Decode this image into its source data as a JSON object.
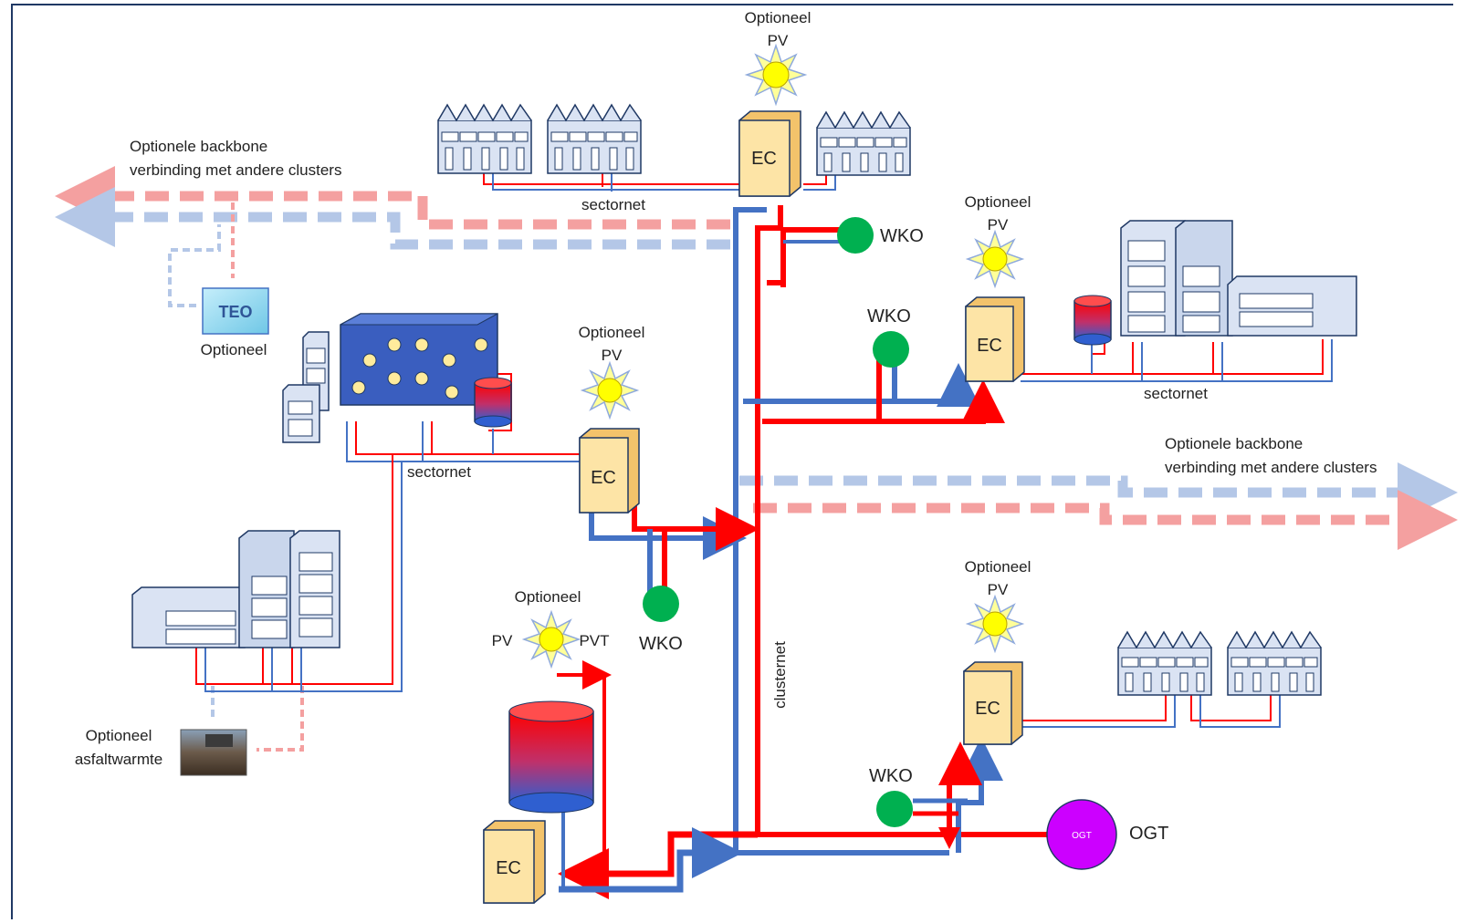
{
  "labels": {
    "optioneel": "Optioneel",
    "pv": "PV",
    "pvt": "PVT",
    "ec": "EC",
    "wko": "WKO",
    "sectornet": "sectornet",
    "clusternet": "clusternet",
    "teo": "TEO",
    "ogt": "OGT",
    "ogt_inner": "OGT",
    "backbone_line1": "Optionele backbone",
    "backbone_line2": "verbinding met andere clusters",
    "asfalt_line1": "Optioneel",
    "asfalt_line2": "asfaltwarmte"
  },
  "colors": {
    "hot": "#ff0000",
    "cold": "#4472c4",
    "hot_dashed": "#f4a0a0",
    "cold_dashed": "#b4c7e7",
    "ec_fill": "#fde4a6",
    "wko_fill": "#00b050",
    "ogt_fill": "#cc00ff",
    "building_fill": "#dae3f3",
    "building_stroke": "#1f3864",
    "sun": "#ffff00",
    "frame": "#1f3864"
  }
}
